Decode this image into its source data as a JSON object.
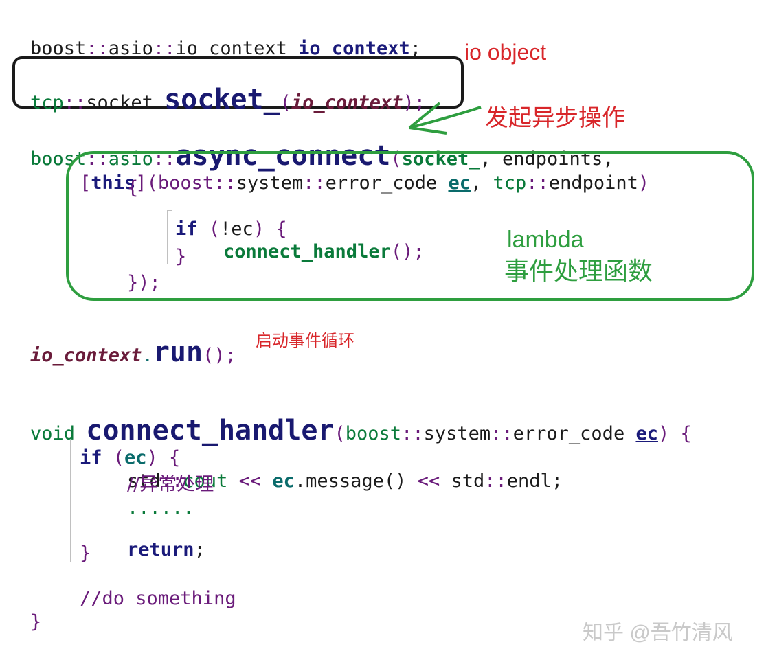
{
  "code": {
    "l1": {
      "a": "boost",
      "sep1": "::",
      "b": "asio",
      "sep2": "::",
      "c": "io_context ",
      "d": "io_context",
      "e": ";"
    },
    "l2": {
      "a": "tcp",
      "sep": "::",
      "b": "socket ",
      "c": "socket_",
      "d": "(",
      "e": "io_context",
      "f": ");"
    },
    "l3": {
      "a": "boost",
      "sep1": "::",
      "b": "asio",
      "sep2": "::",
      "c": "async_connect",
      "d": "(",
      "e": "socket_",
      "f": ", endpoints,",
      "g": ""
    },
    "l4": {
      "a": "[",
      "b": "this",
      "c": "](",
      "d": "boost",
      "sep1": "::",
      "e": "system",
      "sep2": "::",
      "f": "error_code ",
      "g": "ec",
      "h": ", ",
      "i": "tcp",
      "sep3": "::",
      "j": "endpoint",
      "k": ")"
    },
    "l5": "{",
    "l6": {
      "a": "if",
      "b": " (",
      "c": "!",
      "d": "ec",
      "e": ") {"
    },
    "l7": {
      "a": "connect_handler",
      "b": "();"
    },
    "l8": "}",
    "l9": "});",
    "l10": {
      "a": "io_context",
      "b": ".",
      "c": "run",
      "d": "();"
    },
    "l11": {
      "a": "void ",
      "b": "connect_handler",
      "c": "(",
      "d": "boost",
      "sep1": "::",
      "e": "system",
      "sep2": "::",
      "f": "error_code ",
      "g": "ec",
      "h": ") {"
    },
    "l12": {
      "a": "if",
      "b": " (",
      "c": "ec",
      "d": ") {"
    },
    "l13": {
      "a": "std",
      "sep1": "::",
      "b": "cout",
      "c": " << ",
      "d": "ec",
      "e": ".message() ",
      "f": "<< ",
      "g": "std",
      "sep2": "::",
      "h": "endl;"
    },
    "l14": "//异常处理",
    "l15": "......",
    "l16": {
      "a": "return",
      "b": ";"
    },
    "l17": "}",
    "l18": "//do something",
    "l19": "}"
  },
  "annotations": {
    "io_object": "io object",
    "async_start": "发起异步操作",
    "lambda_1": "lambda",
    "lambda_2": "事件处理函数",
    "run_note": "启动事件循环"
  },
  "watermark": "知乎 @吾竹清风",
  "colors": {
    "red_annotation": "#d8262a",
    "green_annotation": "#2e9e3f",
    "black_box": "#1a1a1a",
    "keyword_navy": "#191970",
    "purple_text": "#6a1b7a",
    "green_text": "#0a7a3a"
  }
}
